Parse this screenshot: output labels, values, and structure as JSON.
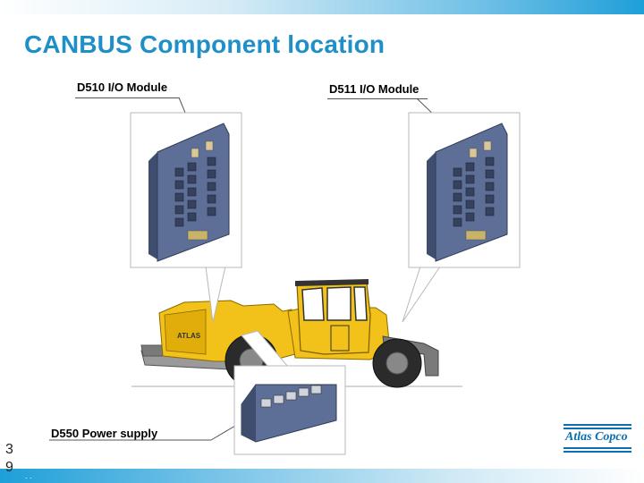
{
  "title": "CANBUS Component location",
  "labels": {
    "d510": "D510 I/O Module",
    "d511": "D511 I/O Module",
    "d550": "D550 Power supply"
  },
  "page_number": {
    "line1": "3",
    "line2": "9"
  },
  "footer_text": ". .",
  "logo": {
    "text": "Atlas Copco",
    "color": "#0a6fb0"
  },
  "colors": {
    "title": "#1f8fc8",
    "band": "#1e9fd8",
    "module": "#5d6f96",
    "machine_yellow": "#f2c21a"
  }
}
